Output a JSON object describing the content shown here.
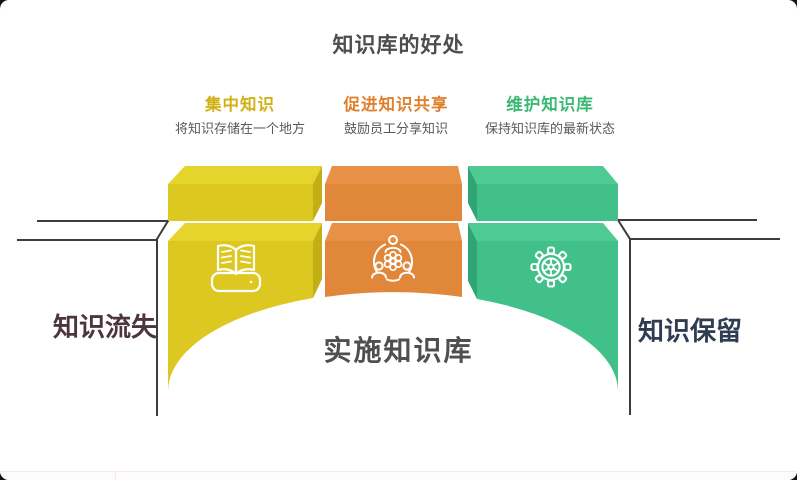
{
  "page": {
    "background_color": "#141414",
    "card_color": "#ffffff"
  },
  "title": {
    "text": "知识库的好处",
    "color": "#4d4d4d"
  },
  "benefits": [
    {
      "heading": "集中知识",
      "heading_color": "#d2b117",
      "description": "将知识存储在一个地方",
      "icon": "open-book-icon",
      "front_color": "#ddc822",
      "top_color": "#e5d42c",
      "side_color": "#c3ae14"
    },
    {
      "heading": "促进知识共享",
      "heading_color": "#e0802d",
      "description": "鼓励员工分享知识",
      "icon": "people-share-icon",
      "front_color": "#e0873a",
      "top_color": "#e89045",
      "side_color": "#cf7527"
    },
    {
      "heading": "维护知识库",
      "heading_color": "#3bb873",
      "description": "保持知识库的最新状态",
      "icon": "gear-icon",
      "front_color": "#41c189",
      "top_color": "#4ecb93",
      "side_color": "#2ea572"
    }
  ],
  "description_color": "#595959",
  "bridge": {
    "center_label": "实施知识库",
    "center_label_color": "#4f4f4f",
    "left_label": "知识流失",
    "left_label_color": "#4c353d",
    "right_label": "知识保留",
    "right_label_color": "#2e3d51",
    "line_color": "#3d3d3d",
    "icon_stroke_color": "#ffffff"
  }
}
